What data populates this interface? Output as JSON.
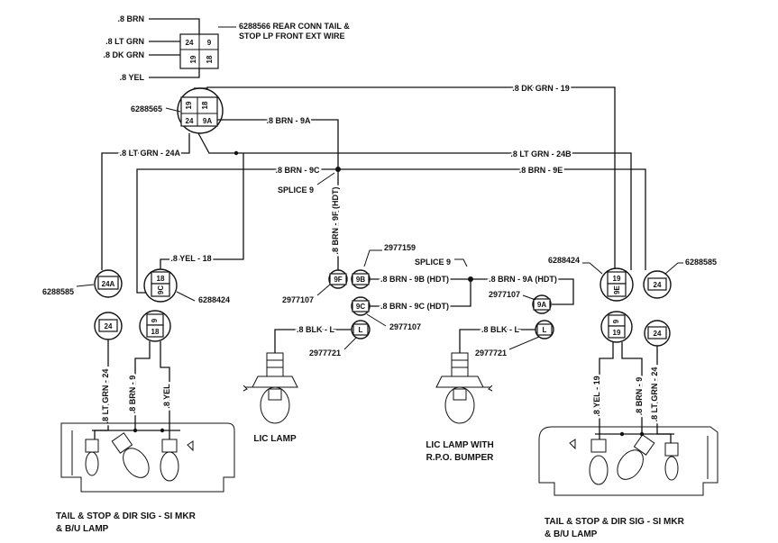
{
  "top_connector": {
    "wire_labels": [
      ".8 BRN",
      ".8 LT GRN",
      ".8 DK GRN",
      ".8 YEL"
    ],
    "note_line1": "6288566 REAR CONN TAIL &",
    "note_line2": "STOP LP FRONT EXT WIRE",
    "pins": [
      "24",
      "9",
      "19",
      "18"
    ]
  },
  "second_connector": {
    "part": "6288565",
    "pins": [
      "19",
      "18",
      "24",
      "9A"
    ]
  },
  "wires": {
    "dk_grn_19": ".8 DK GRN - 19",
    "brn_9a": ".8 BRN - 9A",
    "lt_grn_24a": ".8 LT GRN - 24A",
    "lt_grn_24b": ".8 LT GRN - 24B",
    "brn_9c": ".8 BRN - 9C",
    "brn_9e": ".8 BRN - 9E",
    "brn_9f": ".8 BRN - 9F (HDT)",
    "yel_18": ".8 YEL - 18",
    "brn_9b": ".8 BRN - 9B (HDT)",
    "brn_9c_hdt": ".8 BRN - 9C (HDT)",
    "brn_9a_hdt": ".8 BRN - 9A (HDT)",
    "blk_l_left": ".8 BLK - L",
    "blk_l_right": ".8 BLK - L",
    "left_lt_grn_24": ".8 LT GRN - 24",
    "left_brn_9": ".8 BRN - 9",
    "left_yel": ".8 YEL",
    "right_yel_19": ".8 YEL - 19",
    "right_brn_9": ".8 BRN - 9",
    "right_lt_grn_24": ".8 LT GRN - 24"
  },
  "splices": {
    "splice_9_left": "SPLICE 9",
    "splice_9_right": "SPLICE 9"
  },
  "parts": {
    "p6288585_left": "6288585",
    "p6288424_left": "6288424",
    "p2977107_a": "2977107",
    "p2977159": "2977159",
    "p2977107_b": "2977107",
    "p2977721_left": "2977721",
    "p2977107_c": "2977107",
    "p2977721_right": "2977721",
    "p6288424_right": "6288424",
    "p6288585_right": "6288585"
  },
  "pin_labels": {
    "left_24a": "24A",
    "left_24": "24",
    "left_18_top": "18",
    "left_9c": "9C",
    "left_9": "9",
    "left_18_bottom": "18",
    "mid_9f": "9F",
    "mid_9b": "9B",
    "mid_9c": "9C",
    "mid_l_left": "L",
    "mid_9a": "9A",
    "mid_l_right": "L",
    "right_19_top": "19",
    "right_9e": "9E",
    "right_24_top": "24",
    "right_9": "9",
    "right_19_bottom": "19",
    "right_24_bottom": "24"
  },
  "captions": {
    "lic_lamp": "LIC LAMP",
    "lic_lamp_bumper_1": "LIC LAMP WITH",
    "lic_lamp_bumper_2": "R.P.O. BUMPER",
    "left_lamp_1": "TAIL & STOP & DIR SIG - SI MKR",
    "left_lamp_2": "& B/U LAMP",
    "right_lamp_1": "TAIL & STOP & DIR SIG - SI MKR",
    "right_lamp_2": "& B/U LAMP"
  }
}
